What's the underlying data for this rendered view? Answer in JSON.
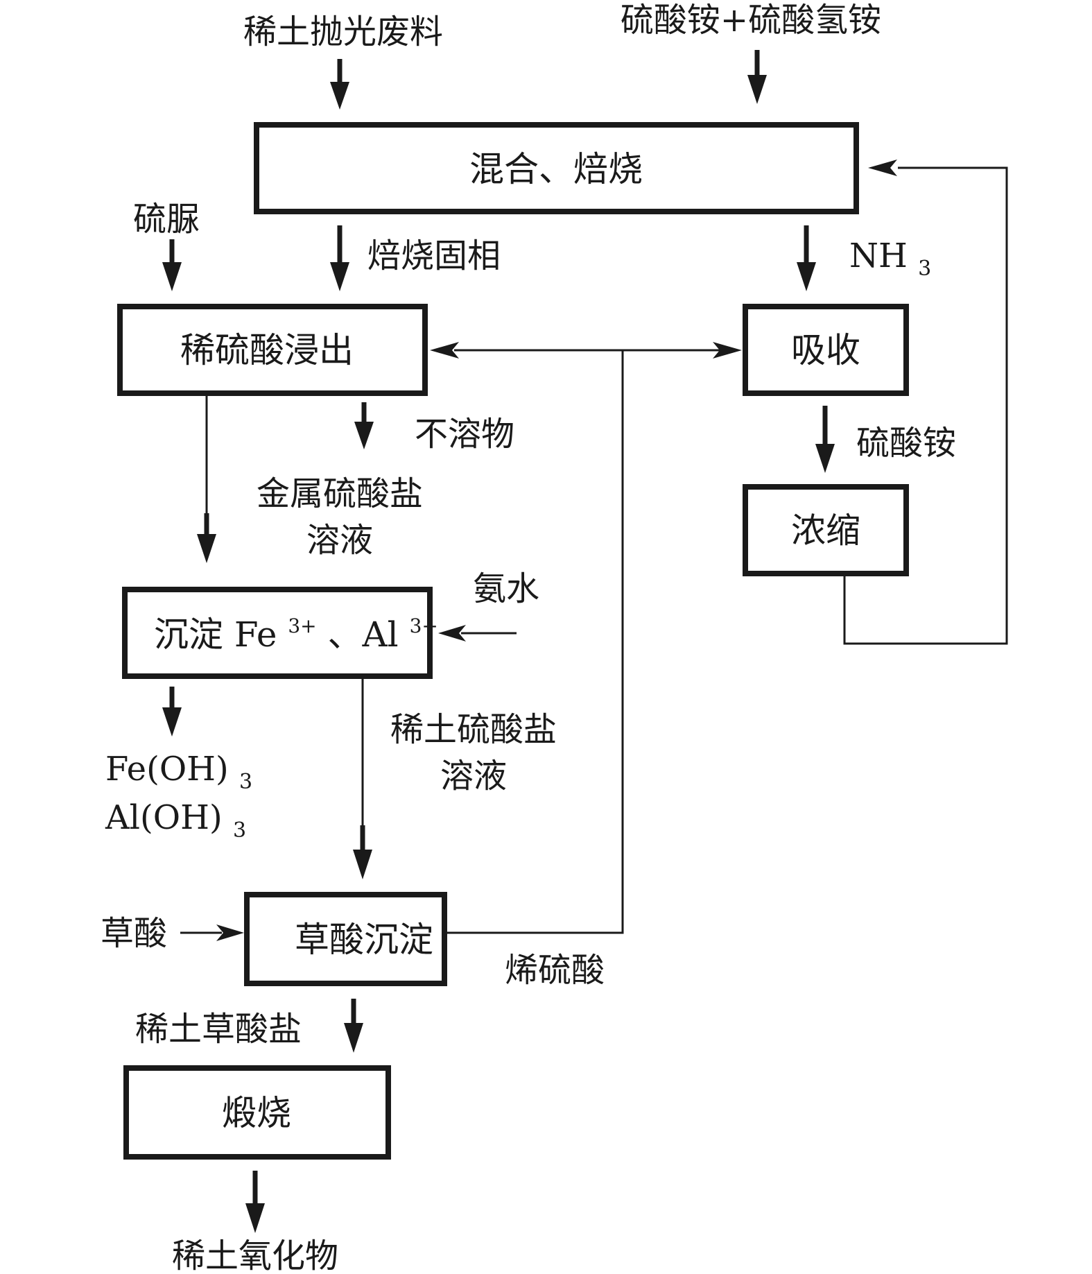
{
  "inputs": {
    "polishing_waste": "稀土抛光废料",
    "ammonium_salts": "硫酸铵+硫酸氢铵",
    "thiourea": "硫脲",
    "ammonia_water": "氨水",
    "oxalic_acid": "草酸"
  },
  "boxes": {
    "mix_roast": "混合、焙烧",
    "acid_leach": "稀硫酸浸出",
    "absorb": "吸收",
    "concentrate": "浓缩",
    "precipitate_prefix": "沉淀 Fe",
    "precipitate_fe_charge": "3+",
    "precipitate_sep": "、Al",
    "precipitate_al_charge": "3+",
    "oxalate_precipitation": "草酸沉淀",
    "calcine": "煅烧"
  },
  "labels": {
    "roast_solid": "焙烧固相",
    "nh3_main": "NH",
    "nh3_sub": "3",
    "insoluble": "不溶物",
    "metal_sulfate_line1": "金属硫酸盐",
    "metal_sulfate_line2": "溶液",
    "ammonium_sulfate": "硫酸铵",
    "hydroxide_fe_main": "Fe(OH)",
    "hydroxide_fe_sub": "3",
    "hydroxide_al_main": "Al(OH)",
    "hydroxide_al_sub": "3",
    "re_sulfate_line1": "稀土硫酸盐",
    "re_sulfate_line2": "溶液",
    "dilute_acid": "烯硫酸",
    "re_oxalate": "稀土草酸盐",
    "re_oxide": "稀土氧化物"
  }
}
